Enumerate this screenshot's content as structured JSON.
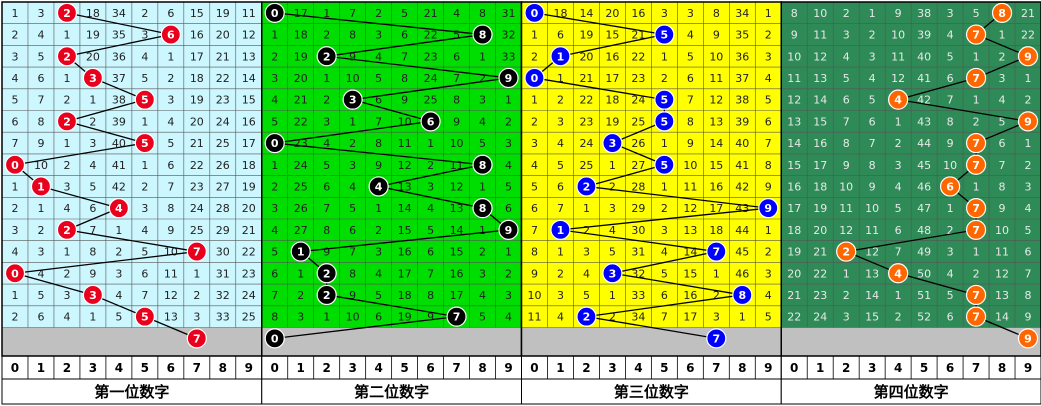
{
  "chart_data": {
    "type": "table",
    "panels": [
      {
        "title": "第一位数字",
        "digits": [
          "0",
          "1",
          "2",
          "3",
          "4",
          "5",
          "6",
          "7",
          "8",
          "9"
        ],
        "bg_color": "#ccf7ff",
        "ball_color": "#e8001c",
        "rows": [
          [
            "1",
            "3",
            "2",
            "18",
            "34",
            "2",
            "6",
            "15",
            "19",
            "11"
          ],
          [
            "2",
            "4",
            "1",
            "19",
            "35",
            "3",
            "6",
            "16",
            "20",
            "12"
          ],
          [
            "3",
            "5",
            "2",
            "20",
            "36",
            "4",
            "1",
            "17",
            "21",
            "13"
          ],
          [
            "4",
            "6",
            "1",
            "3",
            "37",
            "5",
            "2",
            "18",
            "22",
            "14"
          ],
          [
            "5",
            "7",
            "2",
            "1",
            "38",
            "5",
            "3",
            "19",
            "23",
            "15"
          ],
          [
            "6",
            "8",
            "2",
            "2",
            "39",
            "1",
            "4",
            "20",
            "24",
            "16"
          ],
          [
            "7",
            "9",
            "1",
            "3",
            "40",
            "5",
            "5",
            "21",
            "25",
            "17"
          ],
          [
            "0",
            "10",
            "2",
            "4",
            "41",
            "1",
            "6",
            "22",
            "26",
            "18"
          ],
          [
            "1",
            "1",
            "3",
            "5",
            "42",
            "2",
            "7",
            "23",
            "27",
            "19"
          ],
          [
            "2",
            "1",
            "4",
            "6",
            "4",
            "3",
            "8",
            "24",
            "28",
            "20"
          ],
          [
            "3",
            "2",
            "2",
            "7",
            "1",
            "4",
            "9",
            "25",
            "29",
            "21"
          ],
          [
            "4",
            "3",
            "1",
            "8",
            "2",
            "5",
            "10",
            "7",
            "30",
            "22"
          ],
          [
            "0",
            "4",
            "2",
            "9",
            "3",
            "6",
            "11",
            "1",
            "31",
            "23"
          ],
          [
            "1",
            "5",
            "3",
            "3",
            "4",
            "7",
            "12",
            "2",
            "32",
            "24"
          ],
          [
            "2",
            "6",
            "4",
            "1",
            "5",
            "5",
            "13",
            "3",
            "33",
            "25"
          ],
          [
            "",
            "",
            "",
            "",
            "",
            "",
            "",
            "7",
            "",
            ""
          ]
        ],
        "hits": [
          2,
          6,
          2,
          3,
          5,
          2,
          5,
          0,
          1,
          4,
          2,
          7,
          0,
          3,
          5,
          7
        ]
      },
      {
        "title": "第二位数字",
        "digits": [
          "0",
          "1",
          "2",
          "3",
          "4",
          "5",
          "6",
          "7",
          "8",
          "9"
        ],
        "bg_color": "#00dd00",
        "ball_color": "#000000",
        "rows": [
          [
            "0",
            "17",
            "1",
            "7",
            "2",
            "5",
            "21",
            "4",
            "8",
            "31"
          ],
          [
            "1",
            "18",
            "2",
            "8",
            "3",
            "6",
            "22",
            "5",
            "8",
            "32"
          ],
          [
            "2",
            "19",
            "2",
            "9",
            "4",
            "7",
            "23",
            "6",
            "1",
            "33"
          ],
          [
            "3",
            "20",
            "1",
            "10",
            "5",
            "8",
            "24",
            "7",
            "2",
            "9"
          ],
          [
            "4",
            "21",
            "2",
            "3",
            "6",
            "9",
            "25",
            "8",
            "3",
            "1"
          ],
          [
            "5",
            "22",
            "3",
            "1",
            "7",
            "10",
            "6",
            "9",
            "4",
            "2"
          ],
          [
            "0",
            "23",
            "4",
            "2",
            "8",
            "11",
            "1",
            "10",
            "5",
            "3"
          ],
          [
            "1",
            "24",
            "5",
            "3",
            "9",
            "12",
            "2",
            "11",
            "8",
            "4"
          ],
          [
            "2",
            "25",
            "6",
            "4",
            "4",
            "13",
            "3",
            "12",
            "1",
            "5"
          ],
          [
            "3",
            "26",
            "7",
            "5",
            "1",
            "14",
            "4",
            "13",
            "8",
            "6"
          ],
          [
            "4",
            "27",
            "8",
            "6",
            "2",
            "15",
            "5",
            "14",
            "1",
            "9"
          ],
          [
            "5",
            "1",
            "9",
            "7",
            "3",
            "16",
            "6",
            "15",
            "2",
            "1"
          ],
          [
            "6",
            "1",
            "2",
            "8",
            "4",
            "17",
            "7",
            "16",
            "3",
            "2"
          ],
          [
            "7",
            "2",
            "2",
            "9",
            "5",
            "18",
            "8",
            "17",
            "4",
            "3"
          ],
          [
            "8",
            "3",
            "1",
            "10",
            "6",
            "19",
            "9",
            "7",
            "5",
            "4"
          ],
          [
            "0",
            "",
            "",
            "",
            "",
            "",
            "",
            "",
            "",
            ""
          ]
        ],
        "hits": [
          0,
          8,
          2,
          9,
          3,
          6,
          0,
          8,
          4,
          8,
          9,
          1,
          2,
          2,
          7,
          0
        ]
      },
      {
        "title": "第三位数字",
        "digits": [
          "0",
          "1",
          "2",
          "3",
          "4",
          "5",
          "6",
          "7",
          "8",
          "9"
        ],
        "bg_color": "#ffff00",
        "ball_color": "#0000ff",
        "rows": [
          [
            "0",
            "18",
            "14",
            "20",
            "16",
            "3",
            "3",
            "8",
            "34",
            "1"
          ],
          [
            "1",
            "6",
            "19",
            "15",
            "21",
            "5",
            "4",
            "9",
            "35",
            "2"
          ],
          [
            "2",
            "1",
            "20",
            "16",
            "22",
            "1",
            "5",
            "10",
            "36",
            "3"
          ],
          [
            "0",
            "1",
            "21",
            "17",
            "23",
            "2",
            "6",
            "11",
            "37",
            "4"
          ],
          [
            "1",
            "2",
            "22",
            "18",
            "24",
            "5",
            "7",
            "12",
            "38",
            "5"
          ],
          [
            "2",
            "3",
            "23",
            "19",
            "25",
            "5",
            "8",
            "13",
            "39",
            "6"
          ],
          [
            "3",
            "4",
            "24",
            "3",
            "26",
            "1",
            "9",
            "14",
            "40",
            "7"
          ],
          [
            "4",
            "5",
            "25",
            "1",
            "27",
            "5",
            "10",
            "15",
            "41",
            "8"
          ],
          [
            "5",
            "6",
            "2",
            "2",
            "28",
            "1",
            "11",
            "16",
            "42",
            "9"
          ],
          [
            "6",
            "7",
            "1",
            "3",
            "29",
            "2",
            "12",
            "17",
            "43",
            "9"
          ],
          [
            "7",
            "1",
            "2",
            "4",
            "30",
            "3",
            "13",
            "18",
            "44",
            "1"
          ],
          [
            "8",
            "1",
            "3",
            "5",
            "31",
            "4",
            "14",
            "7",
            "45",
            "2"
          ],
          [
            "9",
            "2",
            "4",
            "3",
            "32",
            "5",
            "15",
            "1",
            "46",
            "3"
          ],
          [
            "10",
            "3",
            "5",
            "1",
            "33",
            "6",
            "16",
            "2",
            "8",
            "4"
          ],
          [
            "11",
            "4",
            "2",
            "2",
            "34",
            "7",
            "17",
            "3",
            "1",
            "5"
          ],
          [
            "",
            "",
            "",
            "",
            "",
            "",
            "",
            "7",
            "",
            ""
          ]
        ],
        "hits": [
          0,
          5,
          1,
          0,
          5,
          5,
          3,
          5,
          2,
          9,
          1,
          7,
          3,
          8,
          2,
          7
        ]
      },
      {
        "title": "第四位数字",
        "digits": [
          "0",
          "1",
          "2",
          "3",
          "4",
          "5",
          "6",
          "7",
          "8",
          "9"
        ],
        "bg_color": "#2e8b57",
        "ball_color": "#ff6600",
        "rows": [
          [
            "8",
            "10",
            "2",
            "1",
            "9",
            "38",
            "3",
            "5",
            "8",
            "21"
          ],
          [
            "9",
            "11",
            "3",
            "2",
            "10",
            "39",
            "4",
            "7",
            "1",
            "22"
          ],
          [
            "10",
            "12",
            "4",
            "3",
            "11",
            "40",
            "5",
            "1",
            "2",
            "9"
          ],
          [
            "11",
            "13",
            "5",
            "4",
            "12",
            "41",
            "6",
            "7",
            "3",
            "1"
          ],
          [
            "12",
            "14",
            "6",
            "5",
            "4",
            "42",
            "7",
            "1",
            "4",
            "2"
          ],
          [
            "13",
            "15",
            "7",
            "6",
            "1",
            "43",
            "8",
            "2",
            "5",
            "9"
          ],
          [
            "14",
            "16",
            "8",
            "7",
            "2",
            "44",
            "9",
            "7",
            "6",
            "1"
          ],
          [
            "15",
            "17",
            "9",
            "8",
            "3",
            "45",
            "10",
            "7",
            "7",
            "2"
          ],
          [
            "16",
            "18",
            "10",
            "9",
            "4",
            "46",
            "6",
            "1",
            "8",
            "3"
          ],
          [
            "17",
            "19",
            "11",
            "10",
            "5",
            "47",
            "1",
            "7",
            "9",
            "4"
          ],
          [
            "18",
            "20",
            "12",
            "11",
            "6",
            "48",
            "2",
            "7",
            "10",
            "5"
          ],
          [
            "19",
            "21",
            "2",
            "12",
            "7",
            "49",
            "3",
            "1",
            "11",
            "6"
          ],
          [
            "20",
            "22",
            "1",
            "13",
            "4",
            "50",
            "4",
            "2",
            "12",
            "7"
          ],
          [
            "21",
            "23",
            "2",
            "14",
            "1",
            "51",
            "5",
            "7",
            "13",
            "8"
          ],
          [
            "22",
            "24",
            "3",
            "15",
            "2",
            "52",
            "6",
            "7",
            "14",
            "9"
          ],
          [
            "",
            "",
            "",
            "",
            "",
            "",
            "",
            "",
            "",
            "9"
          ]
        ],
        "hits": [
          8,
          7,
          9,
          7,
          4,
          9,
          7,
          7,
          6,
          7,
          7,
          2,
          4,
          7,
          7,
          9
        ]
      }
    ]
  }
}
